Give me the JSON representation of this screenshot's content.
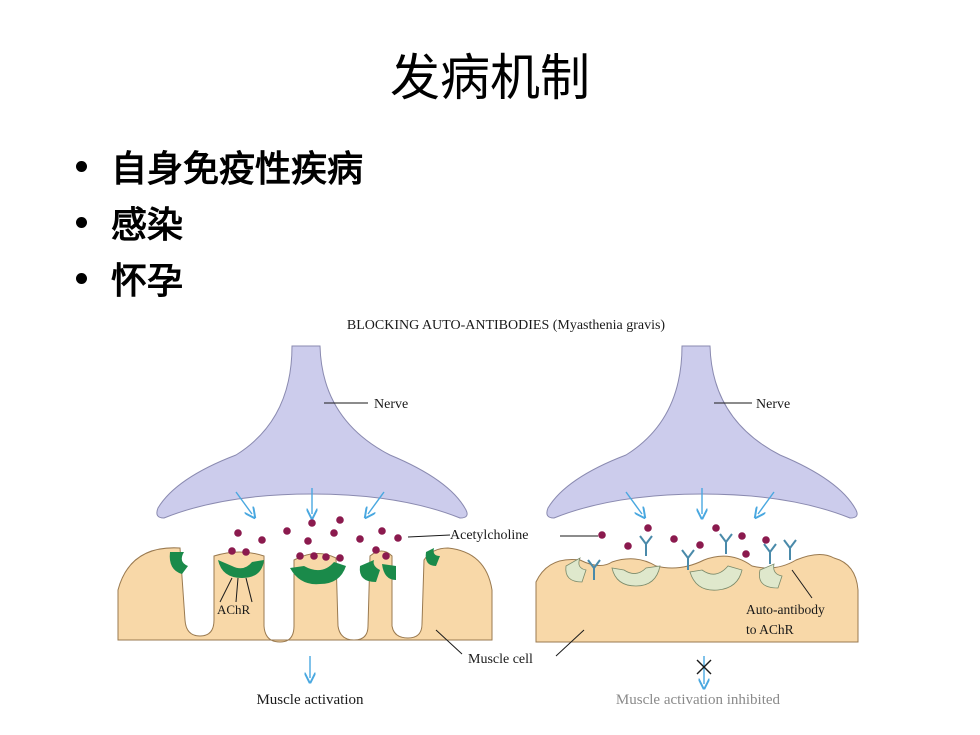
{
  "slide": {
    "title": "发病机制",
    "bullets": [
      "自身免疫性疾病",
      "感染",
      "怀孕"
    ]
  },
  "figure": {
    "caption": "BLOCKING AUTO-ANTIBODIES (Myasthenia gravis)",
    "labels": {
      "nerve_left": "Nerve",
      "nerve_right": "Nerve",
      "acetylcholine": "Acetylcholine",
      "achr": "AChR",
      "auto_antibody_line1": "Auto-antibody",
      "auto_antibody_line2": "to AChR",
      "muscle_cell": "Muscle cell",
      "activation": "Muscle activation",
      "inhibited": "Muscle activation inhibited"
    },
    "colors": {
      "nerve": "#ccccec",
      "muscle": "#f8d8a8",
      "receptor_active": "#1a8a4a",
      "receptor_blocked": "#dfe8cc",
      "acetylcholine": "#8b1a4e",
      "arrow": "#4aa8e0"
    }
  }
}
